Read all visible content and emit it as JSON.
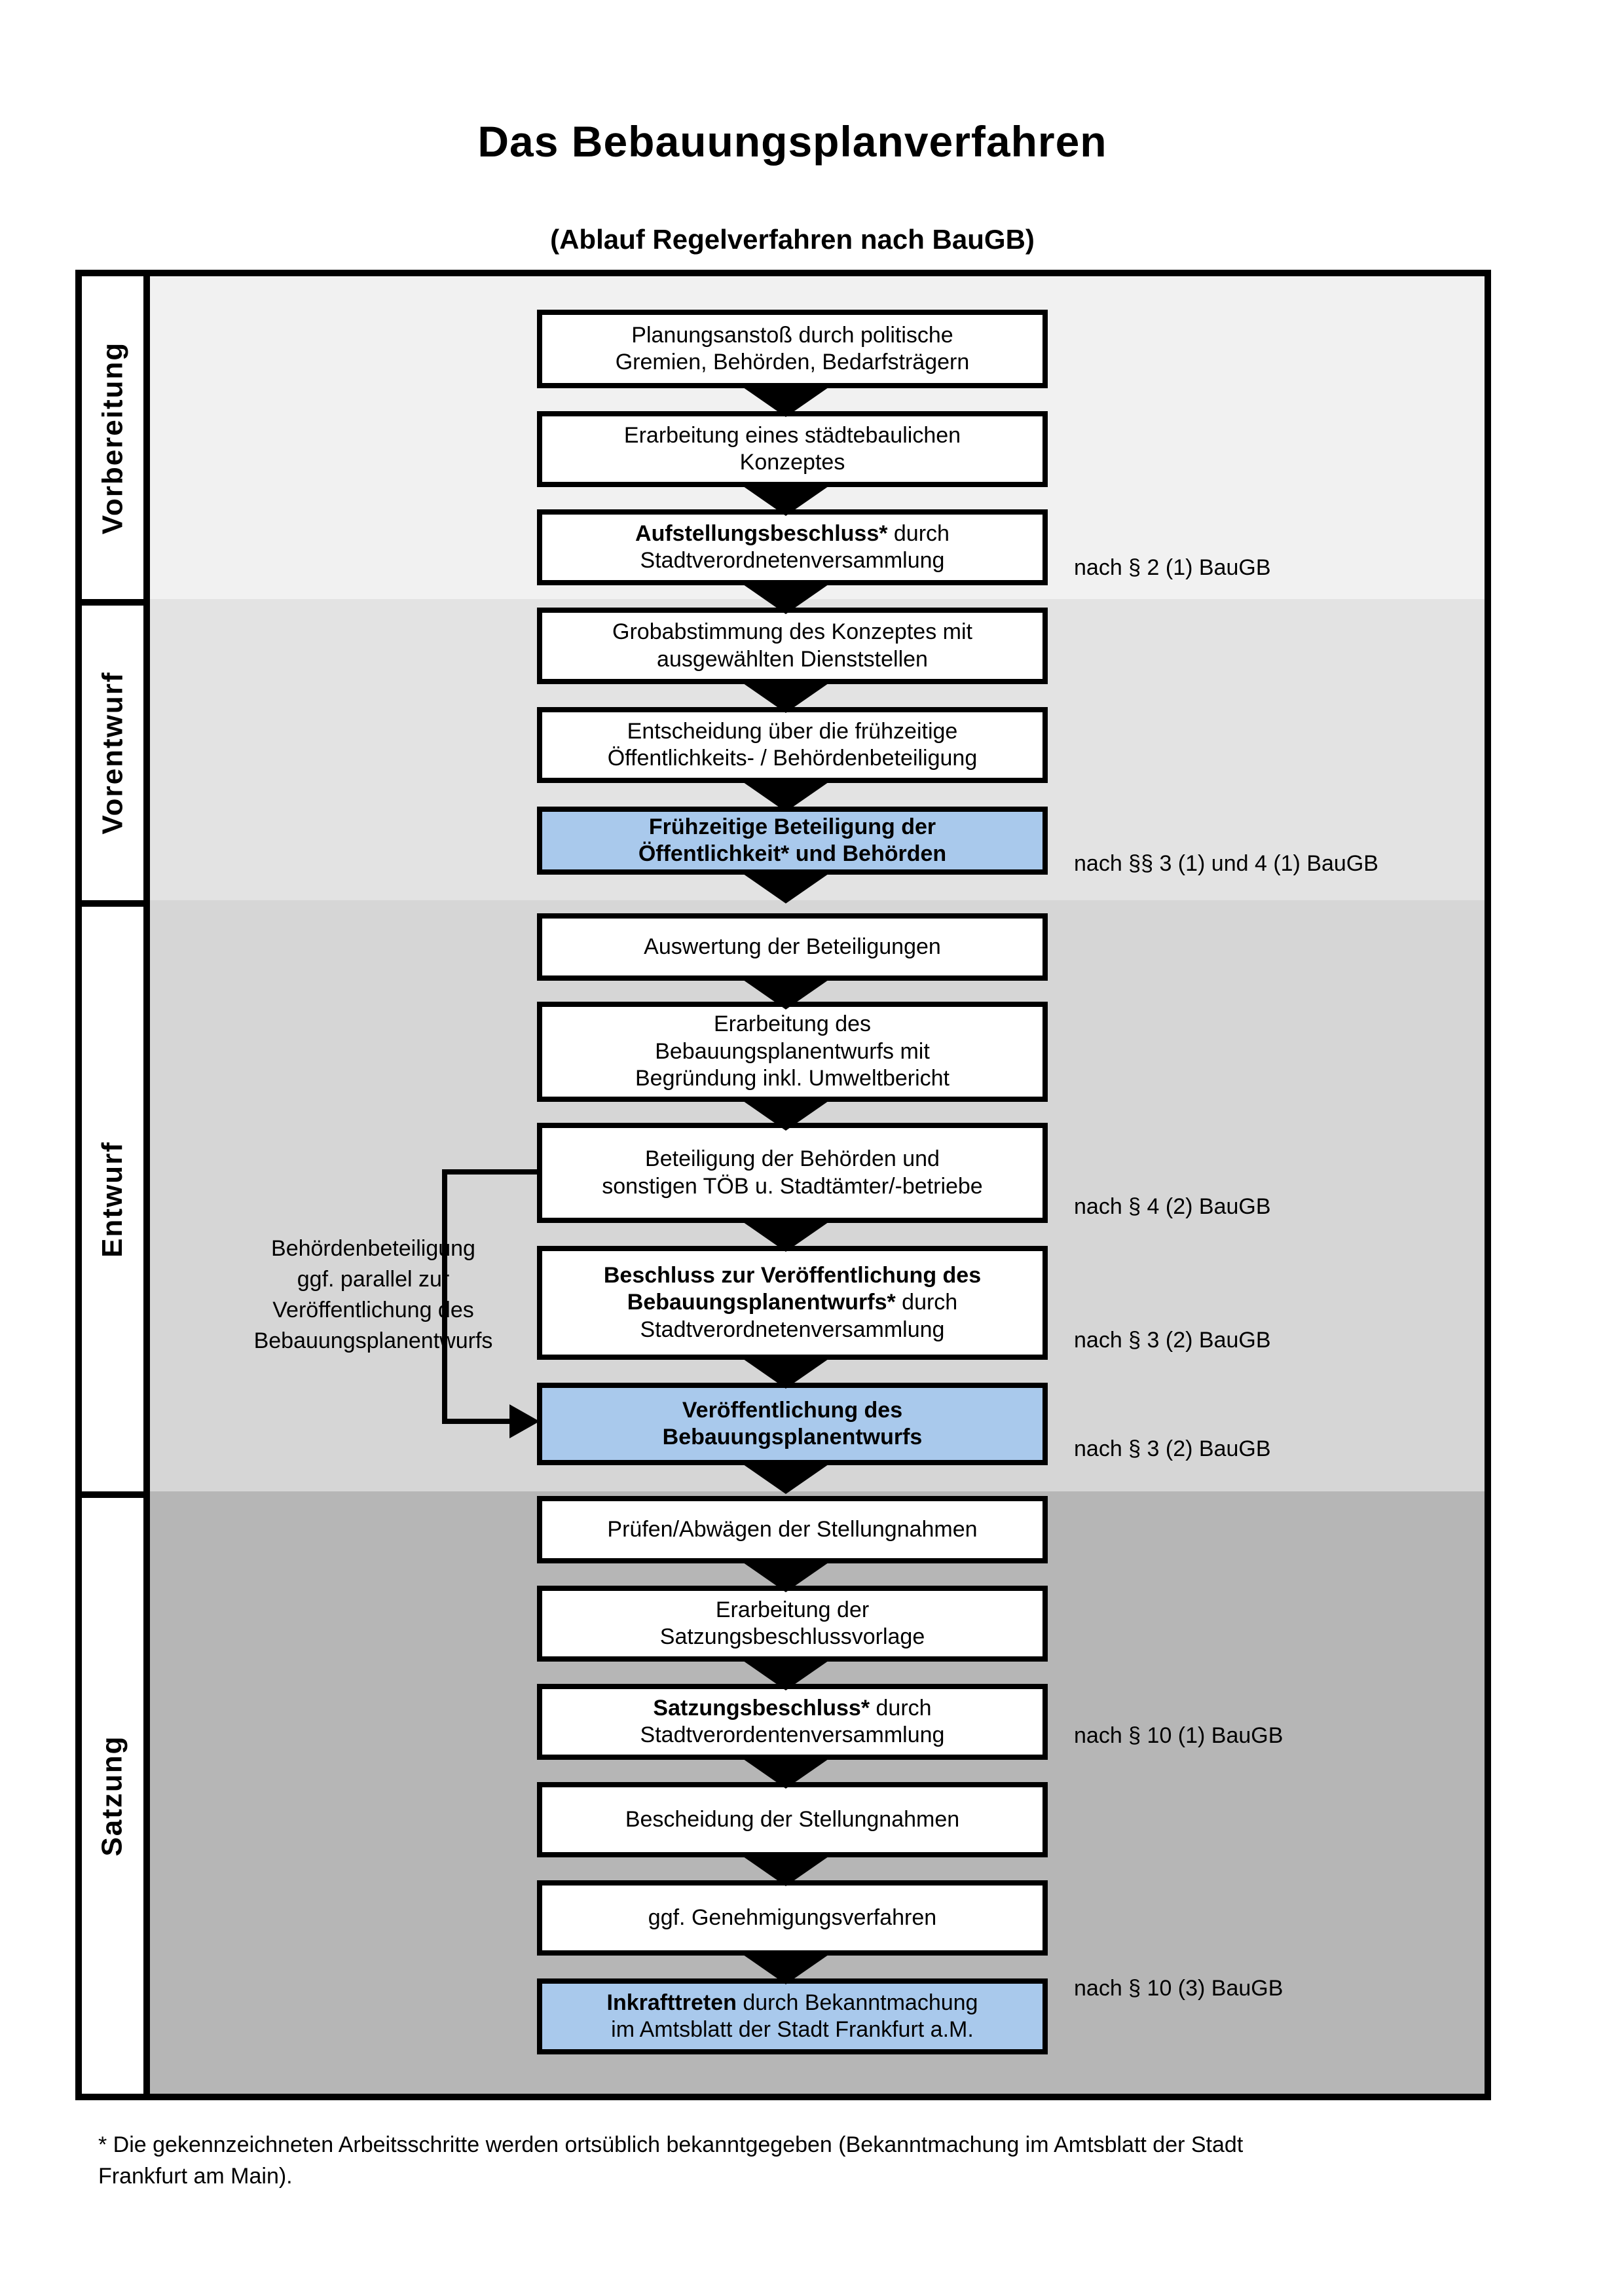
{
  "title": "Das Bebauungsplanverfahren",
  "subtitle": "(Ablauf Regelverfahren nach BauGB)",
  "colors": {
    "highlight_blue": "#a9c9ec",
    "phase_bg": [
      "#f1f1f1",
      "#e3e3e3",
      "#d6d6d6",
      "#b6b6b6"
    ],
    "border_black": "#000000"
  },
  "phases": [
    {
      "label": "Vorbereitung"
    },
    {
      "label": "Vorentwurf"
    },
    {
      "label": "Entwurf"
    },
    {
      "label": "Satzung"
    }
  ],
  "steps": [
    {
      "text": "Planungsanstoß durch politische\nGremien, Behörden, Bedarfsträgern"
    },
    {
      "text": "Erarbeitung eines städtebaulichen\nKonzeptes"
    },
    {
      "bold": "Aufstellungsbeschluss*",
      "rest": " durch\nStadtverordnetenversammlung"
    },
    {
      "text": "Grobabstimmung des Konzeptes mit\nausgewählten Dienststellen"
    },
    {
      "text": "Entscheidung über die frühzeitige\nÖffentlichkeits- / Behördenbeteiligung"
    },
    {
      "text": "Frühzeitige Beteiligung der\nÖffentlichkeit* und Behörden",
      "highlighted": true
    },
    {
      "text": "Auswertung der Beteiligungen"
    },
    {
      "text": "Erarbeitung des\nBebauungsplanentwurfs mit\nBegründung inkl. Umweltbericht"
    },
    {
      "text": "Beteiligung der Behörden und\nsonstigen TÖB u. Stadtämter/-betriebe"
    },
    {
      "bold": "Beschluss zur Veröffentlichung des\nBebauungsplanentwurfs*",
      "rest": " durch\nStadtverordnetenversammlung"
    },
    {
      "text": "Veröffentlichung des\nBebauungsplanentwurfs",
      "highlighted": true
    },
    {
      "text": "Prüfen/Abwägen der Stellungnahmen"
    },
    {
      "text": "Erarbeitung der\nSatzungsbeschlussvorlage"
    },
    {
      "bold": "Satzungsbeschluss*",
      "rest": " durch\nStadtverordentenversammlung"
    },
    {
      "text": "Bescheidung der Stellungnahmen"
    },
    {
      "text": "ggf. Genehmigungsverfahren"
    },
    {
      "bold": "Inkrafttreten",
      "rest": " durch Bekanntmachung\nim Amtsblatt der Stadt Frankfurt a.M.",
      "highlighted": true
    }
  ],
  "references": [
    {
      "text": "nach § 2 (1) BauGB"
    },
    {
      "text": "nach §§ 3 (1) und 4 (1) BauGB"
    },
    {
      "text": "nach § 4 (2) BauGB"
    },
    {
      "text": "nach § 3 (2) BauGB"
    },
    {
      "text": "nach § 3 (2) BauGB"
    },
    {
      "text": "nach § 10 (1) BauGB"
    },
    {
      "text": "nach § 10 (3) BauGB"
    }
  ],
  "side_note": {
    "lines": [
      "Behördenbeteiligung",
      "ggf. parallel zur",
      "Veröffentlichung des",
      "Bebauungsplanentwurfs"
    ]
  },
  "footnote": "* Die gekennzeichneten Arbeitsschritte werden ortsüblich bekanntgegeben (Bekanntmachung im Amtsblatt  der Stadt\nFrankfurt am Main)."
}
